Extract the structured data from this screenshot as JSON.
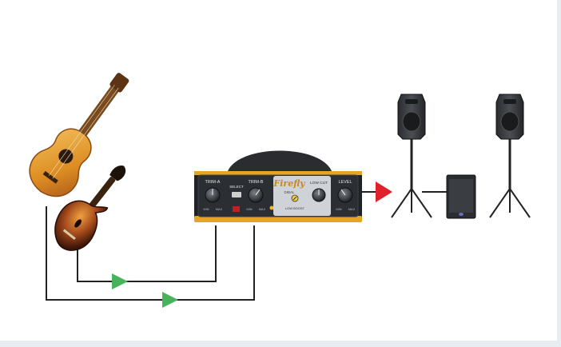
{
  "device": {
    "brand": "Firefly",
    "model": "DIBAL",
    "knob_labels": {
      "trim_a": "TRIM-A",
      "trim_b": "TRIM-B",
      "select": "SELECT",
      "low_cut": "LOW CUT",
      "level": "LEVEL",
      "low_boost": "LOW BOOST",
      "min": "MIN",
      "max": "MAX"
    },
    "body_color": "#1f2226",
    "accent_color": "#e3a623"
  },
  "instruments": [
    "acoustic-guitar",
    "mandolin"
  ],
  "speakers": [
    "pa-speaker-left",
    "subwoofer",
    "pa-speaker-right"
  ],
  "colors": {
    "cable": "#222222",
    "input_arrow": "#47b35a",
    "output_arrow": "#e0202a",
    "frame": "#e8edf2"
  }
}
